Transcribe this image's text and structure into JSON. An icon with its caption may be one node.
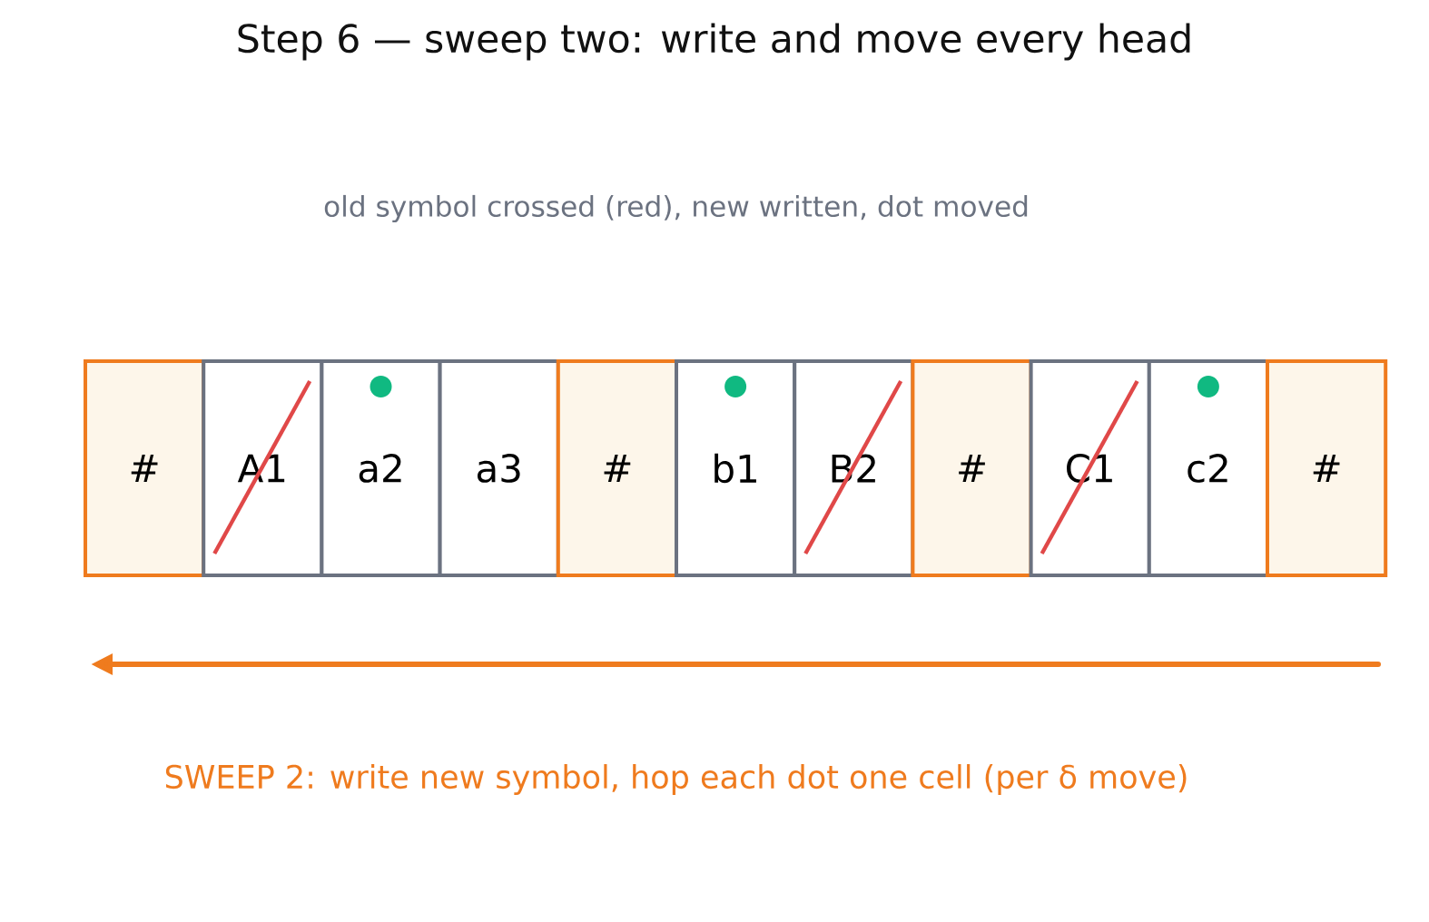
{
  "diagram": {
    "title": "Step 6 — sweep two: write and move every head",
    "nodes": [
      {
        "text": [
          "#"
        ]
      },
      {
        "text": [
          "A1"
        ]
      },
      {
        "text": [
          "a2"
        ]
      },
      {
        "text": [
          "a3"
        ]
      },
      {
        "text": [
          "#"
        ]
      },
      {
        "text": [
          "b1"
        ]
      },
      {
        "text": [
          "B2"
        ]
      },
      {
        "text": [
          "#"
        ]
      },
      {
        "text": [
          "C1"
        ]
      },
      {
        "text": [
          "c2"
        ]
      },
      {
        "text": [
          "#"
        ]
      }
    ],
    "labels": [
      "old symbol crossed (red), new written, dot moved",
      "SWEEP 2: write new symbol, hop each dot one cell (per δ move)"
    ]
  }
}
